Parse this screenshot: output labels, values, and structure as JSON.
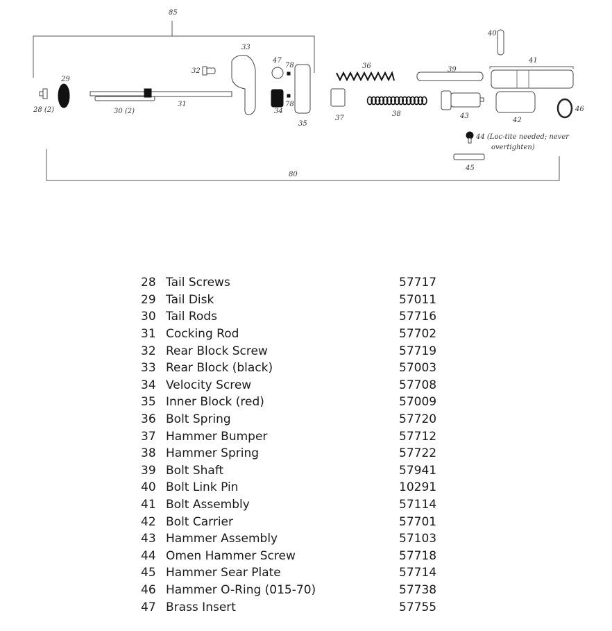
{
  "diagram": {
    "callouts": {
      "c85": "85",
      "c80": "80",
      "c28": "28 (2)",
      "c29": "29",
      "c30": "30 (2)",
      "c31": "31",
      "c32": "32",
      "c33": "33",
      "c34": "34",
      "c35": "35",
      "c36": "36",
      "c37": "37",
      "c38": "38",
      "c39": "39",
      "c40": "40",
      "c41": "41",
      "c42": "42",
      "c43": "43",
      "c44": "44 (Loc-tite needed; never",
      "c44b": "overtighten)",
      "c45": "45",
      "c46": "46",
      "c47": "47",
      "c78a": "78",
      "c78b": "78"
    }
  },
  "parts": [
    {
      "num": "28",
      "name": "Tail Screws",
      "part_no": "57717"
    },
    {
      "num": "29",
      "name": "Tail Disk",
      "part_no": "57011"
    },
    {
      "num": "30",
      "name": "Tail Rods",
      "part_no": "57716"
    },
    {
      "num": "31",
      "name": "Cocking Rod",
      "part_no": "57702"
    },
    {
      "num": "32",
      "name": "Rear Block Screw",
      "part_no": "57719"
    },
    {
      "num": "33",
      "name": "Rear Block (black)",
      "part_no": "57003"
    },
    {
      "num": "34",
      "name": "Velocity Screw",
      "part_no": "57708"
    },
    {
      "num": "35",
      "name": "Inner Block (red)",
      "part_no": "57009"
    },
    {
      "num": "36",
      "name": "Bolt Spring",
      "part_no": "57720"
    },
    {
      "num": "37",
      "name": "Hammer Bumper",
      "part_no": "57712"
    },
    {
      "num": "38",
      "name": "Hammer Spring",
      "part_no": "57722"
    },
    {
      "num": "39",
      "name": "Bolt Shaft",
      "part_no": "57941"
    },
    {
      "num": "40",
      "name": "Bolt Link Pin",
      "part_no": "10291"
    },
    {
      "num": "41",
      "name": "Bolt Assembly",
      "part_no": "57114"
    },
    {
      "num": "42",
      "name": "Bolt Carrier",
      "part_no": "57701"
    },
    {
      "num": "43",
      "name": "Hammer Assembly",
      "part_no": "57103"
    },
    {
      "num": "44",
      "name": "Omen Hammer Screw",
      "part_no": "57718"
    },
    {
      "num": "45",
      "name": "Hammer Sear Plate",
      "part_no": "57714"
    },
    {
      "num": "46",
      "name": "Hammer O-Ring (015-70)",
      "part_no": "57738"
    },
    {
      "num": "47",
      "name": "Brass Insert",
      "part_no": "57755"
    }
  ]
}
